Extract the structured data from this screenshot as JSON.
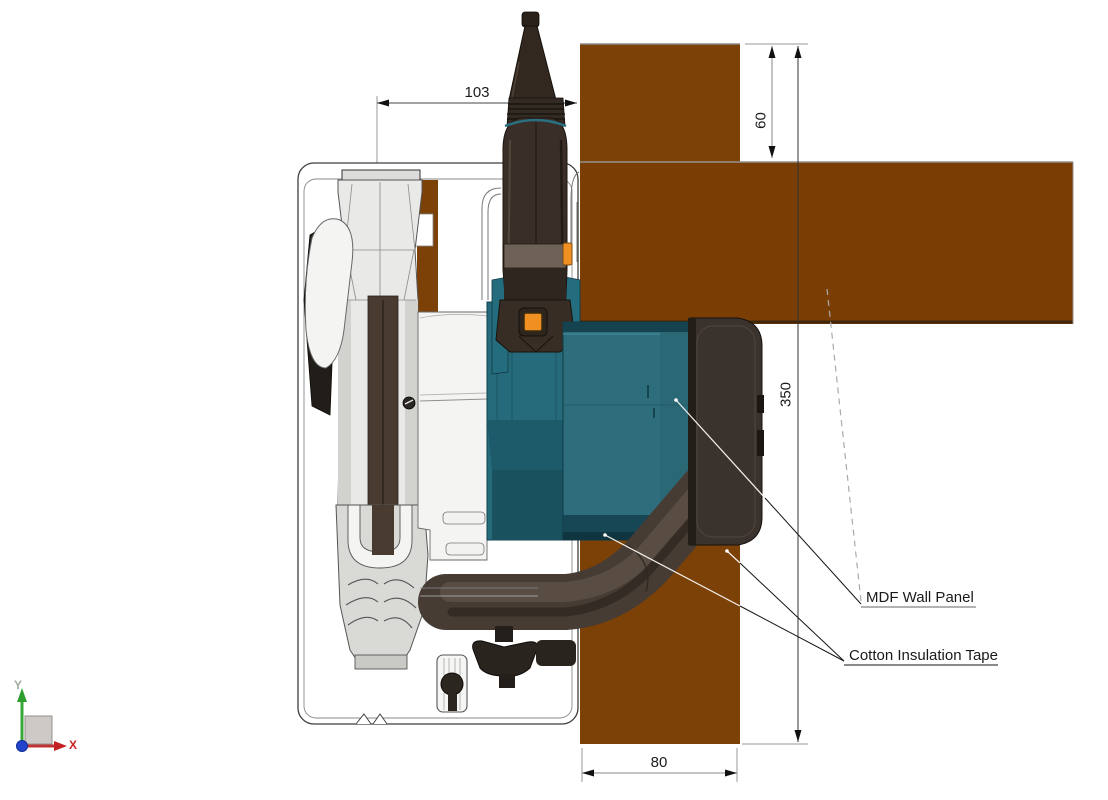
{
  "drawing": {
    "dimensions": {
      "tool_to_panel": "103",
      "panel_top_to_beam": "60",
      "panel_height": "350",
      "panel_width": "80"
    },
    "labels": {
      "mdf": "MDF Wall Panel",
      "tape": "Cotton Insulation Tape"
    },
    "axes": {
      "x": "X",
      "y": "Y"
    },
    "colors": {
      "wood_panel": "#7c4106",
      "wood_beam": "#7a3e04",
      "teal": "#2e6e7c",
      "orange": "#f09022",
      "guard_silver": "#e9e9e7",
      "handle_brown": "#3a2f28",
      "end_cap": "#3a322d",
      "axis_x_red": "#cc2222",
      "axis_y_green": "#2fa12f",
      "dim_line": "#333333"
    }
  }
}
